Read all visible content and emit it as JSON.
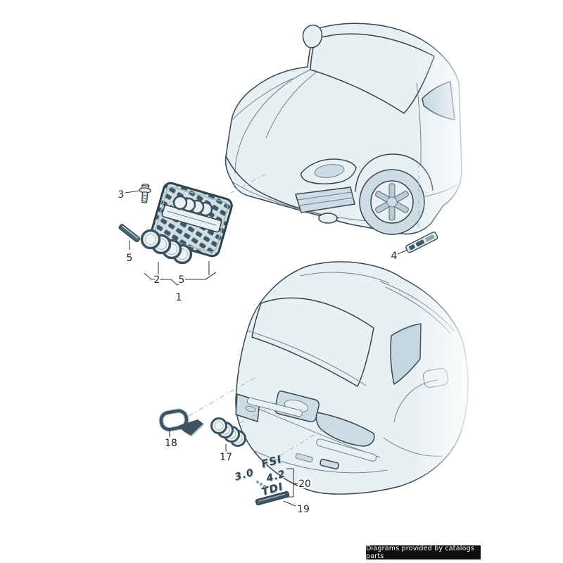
{
  "callouts": {
    "c1": "1",
    "c2": "2",
    "c3": "3",
    "c4": "4",
    "c5": "5",
    "c17": "17",
    "c18": "18",
    "c19": "19",
    "c20": "20"
  },
  "emblems": {
    "fsi": "FSI",
    "eng30": "3.0",
    "eng42": "4.2",
    "tdi": "TDI"
  },
  "footer": {
    "text": "Diagrams provided by catalogs parts"
  },
  "colors": {
    "line": "#37474f",
    "body_fill": "#e9f0f4",
    "window_fill": "#c3d6e1",
    "shade_fill": "#ccdbe4",
    "part_dark": "#3e5663",
    "part_light": "#b9cdd8",
    "leader_dashed": "#a8c4d4",
    "callout_text": "#262626",
    "footer_bg": "#0e0e0e",
    "footer_text": "#ffffff"
  }
}
